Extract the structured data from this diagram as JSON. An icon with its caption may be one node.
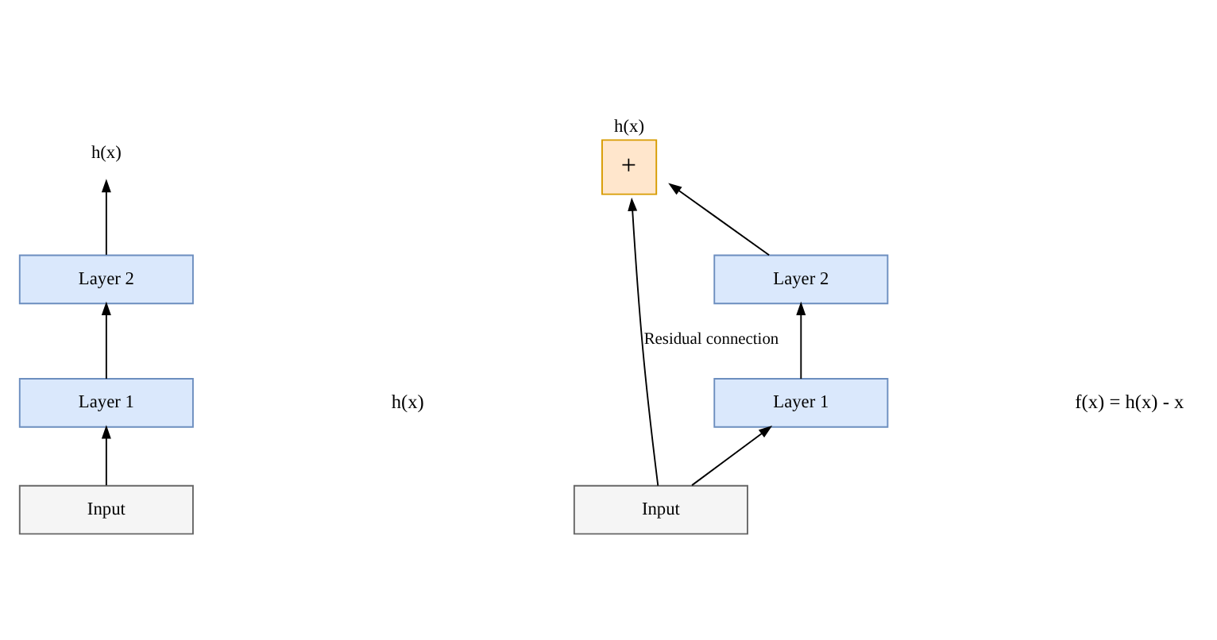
{
  "diagram": {
    "nodes": [
      {
        "text": [
          "h(x)"
        ]
      },
      {
        "text": [
          "Layer 2"
        ]
      },
      {
        "text": [
          "Layer 1"
        ]
      },
      {
        "text": [
          "Input"
        ]
      },
      {
        "text": [
          "+"
        ],
        "beside": [
          "h(x)"
        ]
      },
      {
        "text": [
          "Layer 2"
        ]
      },
      {
        "text": [
          "Layer 1"
        ]
      },
      {
        "text": [
          "Input"
        ]
      }
    ],
    "edges": [
      {
        "from": 3,
        "to": 2,
        "arrow": "to"
      },
      {
        "from": 2,
        "to": 1,
        "arrow": "to"
      },
      {
        "from": 1,
        "to": 0,
        "arrow": "to"
      },
      {
        "from": 7,
        "to": 6,
        "arrow": "to"
      },
      {
        "from": 6,
        "to": 5,
        "arrow": "to"
      },
      {
        "from": 5,
        "to": 4,
        "arrow": "to"
      },
      {
        "from": 7,
        "to": 4,
        "arrow": "to",
        "label": "Residual connection"
      }
    ],
    "labels": [
      "h(x)",
      "f(x) = h(x) - x"
    ]
  }
}
